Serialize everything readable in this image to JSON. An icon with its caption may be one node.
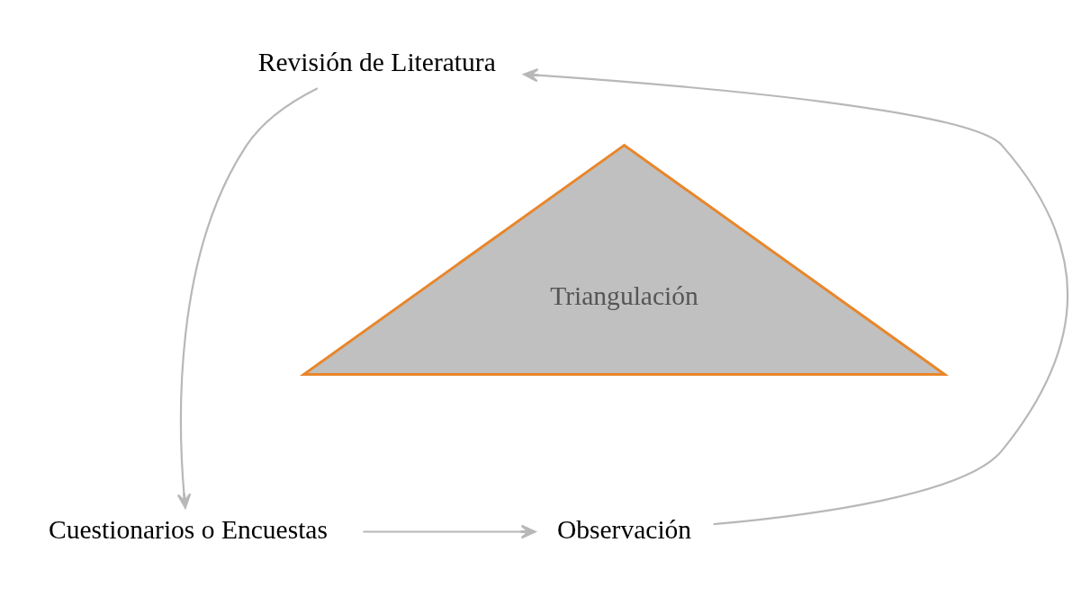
{
  "diagram": {
    "nodes": [
      {
        "text": [
          "Revisión de Literatura"
        ]
      },
      {
        "text": [
          "Cuestionarios o Encuestas"
        ]
      },
      {
        "text": [
          "Observación"
        ]
      },
      {
        "text": [
          "Triangulación"
        ]
      }
    ],
    "edges": [
      {
        "from": 0,
        "to": 1,
        "arrow": "to"
      },
      {
        "from": 1,
        "to": 2,
        "arrow": "to"
      },
      {
        "from": 2,
        "to": 0,
        "arrow": "to"
      }
    ]
  }
}
